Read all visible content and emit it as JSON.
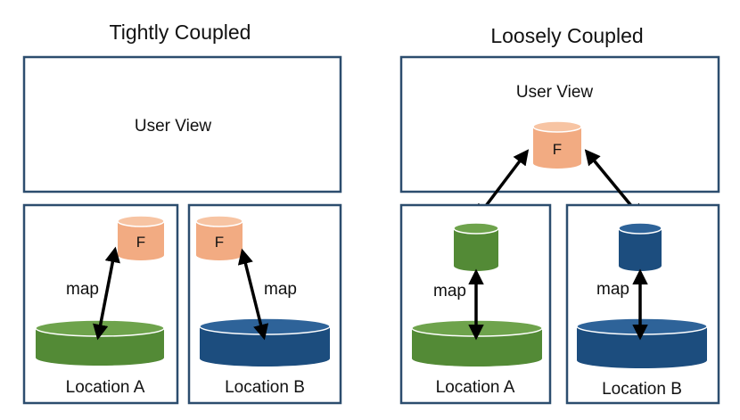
{
  "colors": {
    "box_border": "#2c4d6e",
    "federated_db": "#f2ab82",
    "green_db": "#538a36",
    "blue_db": "#1c4d7e",
    "arrow": "#000000"
  },
  "tightly": {
    "title": "Tightly Coupled",
    "user_view": "User View",
    "location_a": {
      "label": "Location A",
      "db_label": "F",
      "map_label": "map"
    },
    "location_b": {
      "label": "Location B",
      "db_label": "F",
      "map_label": "map"
    }
  },
  "loosely": {
    "title": "Loosely Coupled",
    "user_view": "User View",
    "federated_label": "F",
    "location_a": {
      "label": "Location A",
      "map_label": "map"
    },
    "location_b": {
      "label": "Location B",
      "map_label": "map"
    }
  }
}
